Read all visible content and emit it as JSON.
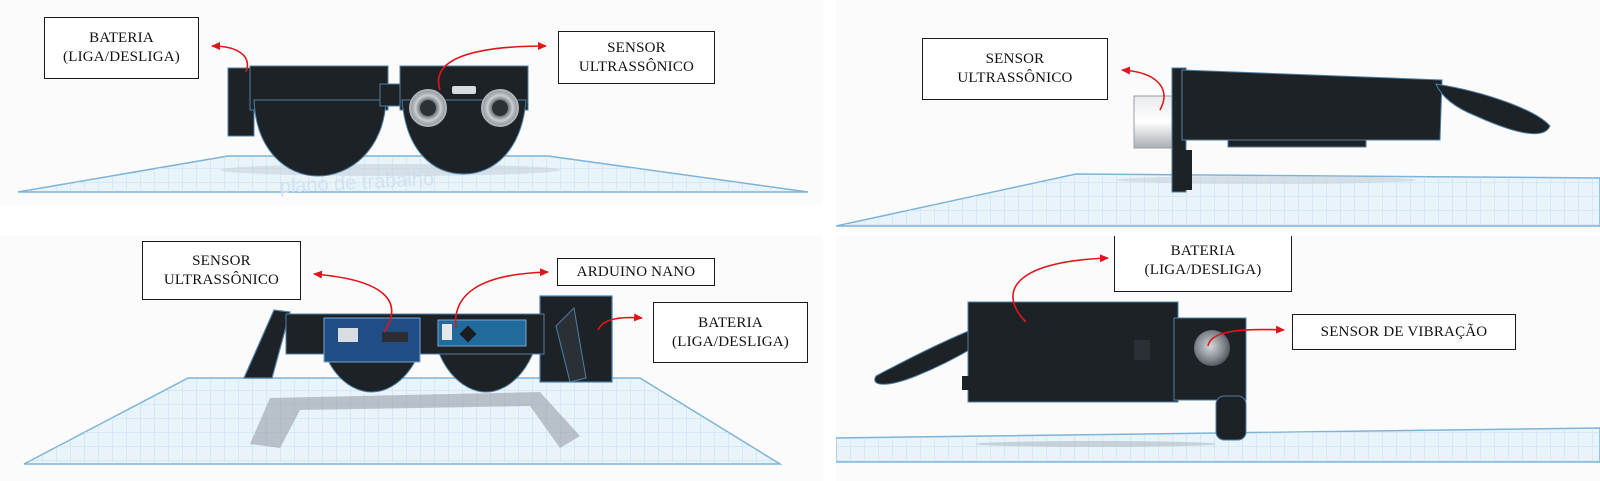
{
  "colors": {
    "arrow": "#e0151b",
    "device": "#1d2227",
    "edge": "#5f8fb5",
    "grid": "#9ec9e6",
    "plate": "#e6f1f8"
  },
  "panels": {
    "front_top": {
      "labels": {
        "battery": [
          "BATERIA",
          "(LIGA/DESLIGA)"
        ],
        "sensor": [
          "SENSOR",
          "ULTRASSÔNICO"
        ]
      }
    },
    "side_top": {
      "labels": {
        "sensor": [
          "SENSOR",
          "ULTRASSÔNICO"
        ]
      }
    },
    "back_bottom": {
      "labels": {
        "sensor": [
          "SENSOR",
          "ULTRASSÔNICO"
        ],
        "arduino": [
          "ARDUINO NANO"
        ],
        "battery": [
          "BATERIA",
          "(LIGA/DESLIGA)"
        ]
      }
    },
    "side_bottom": {
      "labels": {
        "battery": [
          "BATERIA",
          "(LIGA/DESLIGA)"
        ],
        "vibration": [
          "SENSOR DE VIBRAÇÃO"
        ]
      }
    }
  }
}
